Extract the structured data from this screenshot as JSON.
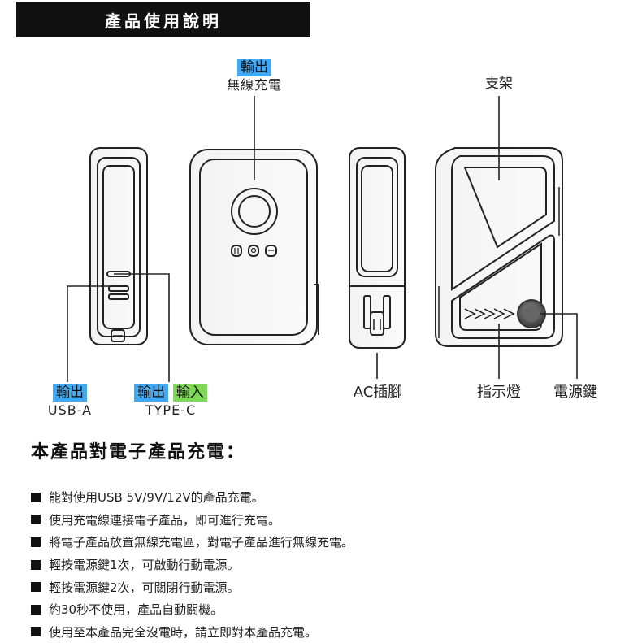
{
  "header": {
    "title": "產品使用說明"
  },
  "callouts": {
    "wireless": {
      "tag": "輸出",
      "sub": "無線充電"
    },
    "stand": {
      "label": "支架"
    },
    "usb_a": {
      "tag": "輸出",
      "sub": "USB-A"
    },
    "type_c": {
      "tag_out": "輸出",
      "tag_in": "輸入",
      "sub": "TYPE-C"
    },
    "ac_plug": {
      "label": "AC插腳"
    },
    "indicator": {
      "label": "指示燈"
    },
    "power_key": {
      "label": "電源鍵"
    }
  },
  "section": {
    "title": "本產品對電子產品充電：",
    "items": [
      "能對使用USB 5V/9V/12V的產品充電。",
      "使用充電線連接電子產品，即可進行充電。",
      "將電子產品放置無線充電區，對電子產品進行無線充電。",
      "輕按電源鍵1次，可啟動行動電源。",
      "輕按電源鍵2次，可關閉行動電源。",
      "約30秒不使用，產品自動關機。",
      "使用至本產品完全沒電時，請立即對本產品充電。"
    ]
  },
  "colors": {
    "output_tag": "#3fa9f5",
    "input_tag": "#7ed957",
    "title_bar": "#111111"
  }
}
